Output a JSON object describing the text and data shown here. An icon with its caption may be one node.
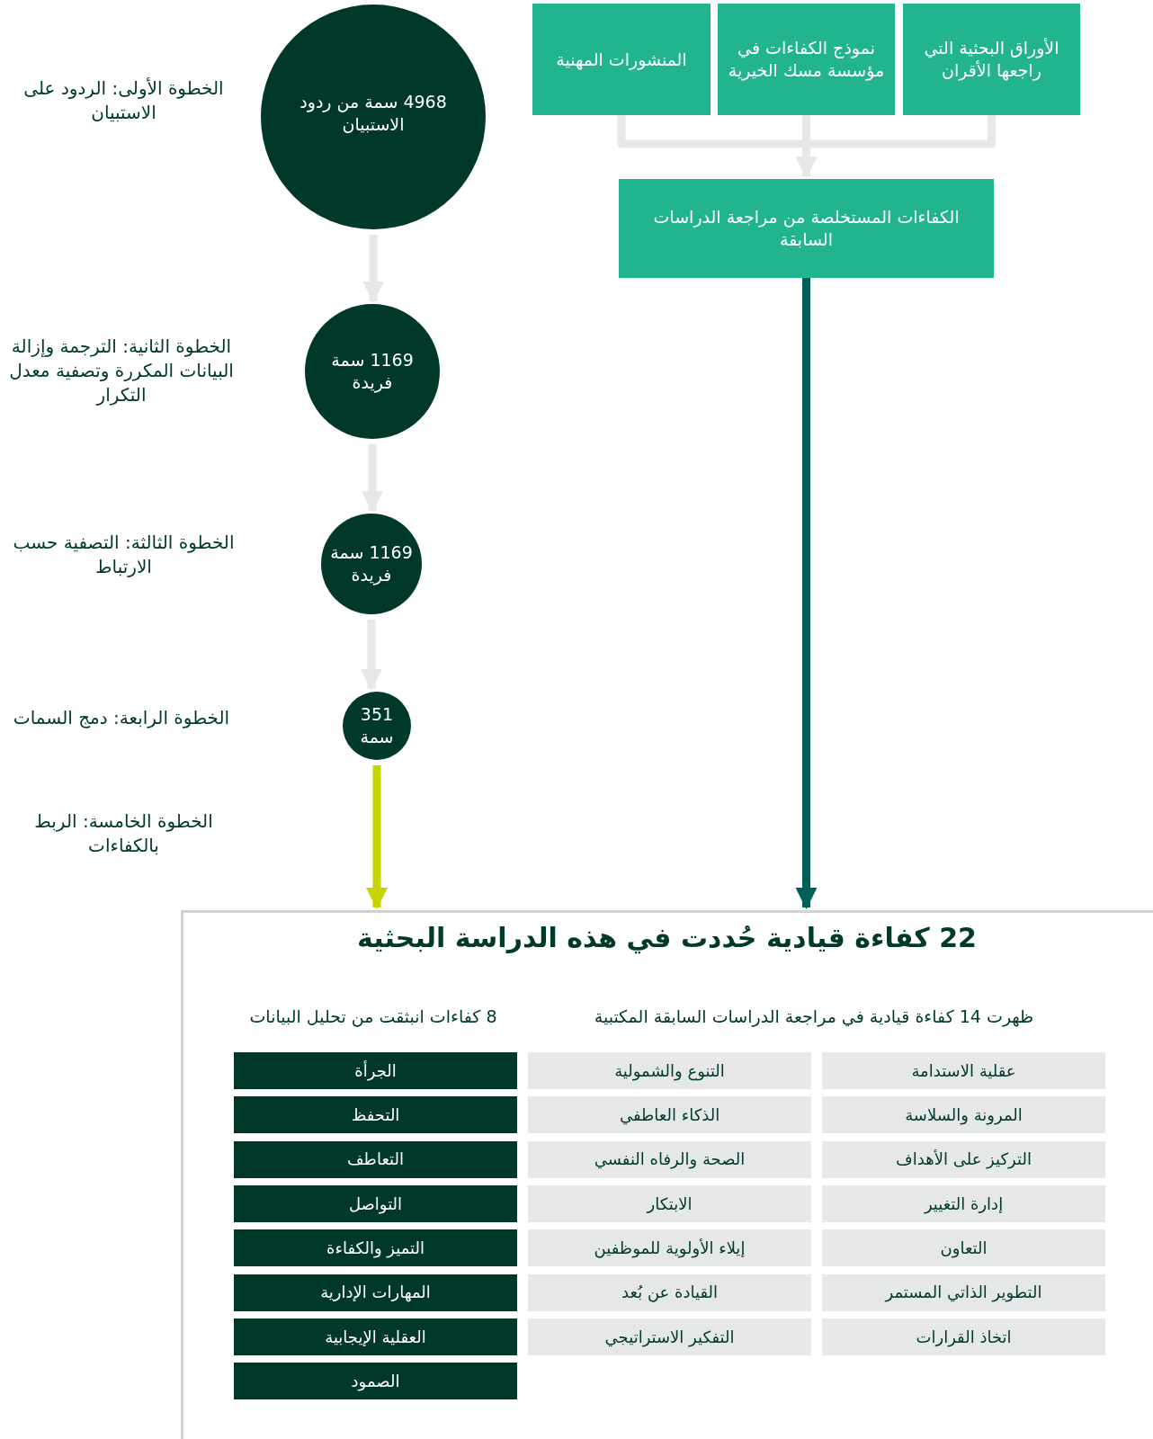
{
  "diagram": {
    "nodes": [
      {
        "text": [
          "4968 سمة من ردود الاستبيان"
        ]
      },
      {
        "text": [
          "1169 سمة فريدة"
        ]
      },
      {
        "text": [
          "1169 سمة فريدة"
        ]
      },
      {
        "text": [
          "351 سمة"
        ]
      },
      {
        "text": [
          "المنشورات المهنية"
        ]
      },
      {
        "text": [
          "نموذج الكفاءات في مؤسسة مسك الخيرية"
        ]
      },
      {
        "text": [
          "الأوراق البحثية التي راجعها الأقران"
        ]
      },
      {
        "text": [
          "الكفاءات المستخلصة من مراجعة الدراسات السابقة"
        ]
      },
      {
        "text": [
          "22 كفاءة قيادية حُددت في هذه الدراسة البحثية"
        ]
      },
      {
        "text": [
          "عقلية الاستدامة"
        ],
        "in": 8
      },
      {
        "text": [
          "التنوع والشمولية"
        ],
        "in": 8
      },
      {
        "text": [
          "الجرأة"
        ],
        "in": 8
      },
      {
        "text": [
          "المرونة والسلاسة"
        ],
        "in": 8
      },
      {
        "text": [
          "الذكاء العاطفي"
        ],
        "in": 8
      },
      {
        "text": [
          "التحفظ"
        ],
        "in": 8
      },
      {
        "text": [
          "التركيز على الأهداف"
        ],
        "in": 8
      },
      {
        "text": [
          "الصحة والرفاه النفسي"
        ],
        "in": 8
      },
      {
        "text": [
          "التعاطف"
        ],
        "in": 8
      },
      {
        "text": [
          "إدارة التغيير"
        ],
        "in": 8
      },
      {
        "text": [
          "الابتكار"
        ],
        "in": 8
      },
      {
        "text": [
          "التواصل"
        ],
        "in": 8
      },
      {
        "text": [
          "التعاون"
        ],
        "in": 8
      },
      {
        "text": [
          "إيلاء الأولوية للموظفين"
        ],
        "in": 8
      },
      {
        "text": [
          "التميز والكفاءة"
        ],
        "in": 8
      },
      {
        "text": [
          "التطوير الذاتي المستمر"
        ],
        "in": 8
      },
      {
        "text": [
          "القيادة عن بُعد"
        ],
        "in": 8
      },
      {
        "text": [
          "المهارات الإدارية"
        ],
        "in": 8
      },
      {
        "text": [
          "اتخاذ القرارات"
        ],
        "in": 8
      },
      {
        "text": [
          "التفكير الاستراتيجي"
        ],
        "in": 8
      },
      {
        "text": [
          "العقلية الإيجابية"
        ],
        "in": 8
      },
      {
        "text": [
          "الصمود"
        ],
        "in": 8
      }
    ],
    "edges": [
      {
        "from": 0,
        "to": 1,
        "arrow": "to"
      },
      {
        "from": 1,
        "to": 2,
        "arrow": "to"
      },
      {
        "from": 2,
        "to": 3,
        "arrow": "to"
      },
      {
        "from": 3,
        "to": 8,
        "arrow": "to",
        "color": "#c8d400"
      },
      {
        "from": 4,
        "to": 7,
        "arrow": "to"
      },
      {
        "from": 5,
        "to": 7,
        "arrow": "to"
      },
      {
        "from": 6,
        "to": 7,
        "arrow": "to"
      },
      {
        "from": 7,
        "to": 8,
        "arrow": "to",
        "color": "#005f56"
      }
    ],
    "labels": [
      "الخطوة الأولى: الردود على الاستبيان",
      "الخطوة الثانية: الترجمة وإزالة البيانات المكررة وتصفية معدل التكرار",
      "الخطوة الثالثة: التصفية حسب الارتباط",
      "الخطوة الرابعة: دمج السمات",
      "الخطوة الخامسة: الربط بالكفاءات",
      "ظهرت 14 كفاءة قيادية في مراجعة الدراسات السابقة المكتبية",
      "8 كفاءات انبثقت من تحليل البيانات"
    ]
  }
}
